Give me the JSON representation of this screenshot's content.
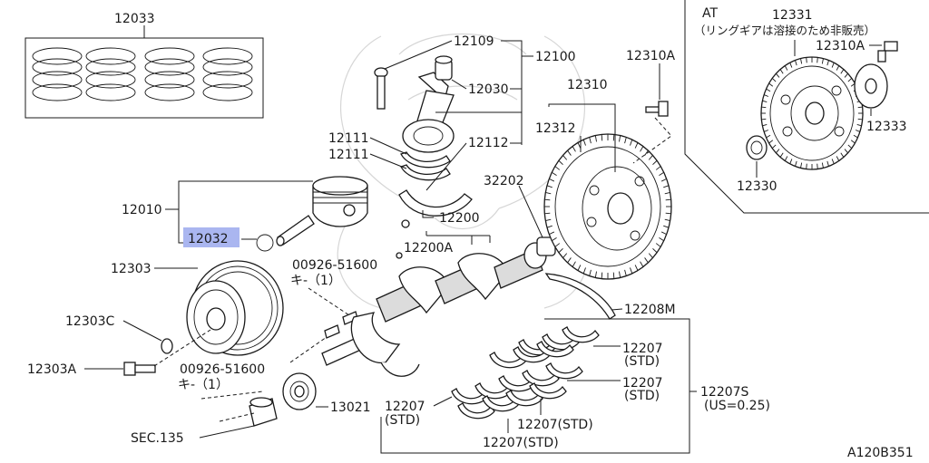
{
  "colors": {
    "highlight": "#aab6f0",
    "ink": "#1a1a1a",
    "watermark": "#d6d6d6"
  },
  "labels": {
    "p12033": "12033",
    "p12109": "12109",
    "p12100": "12100",
    "p12030": "12030",
    "p12111a": "12111",
    "p12111b": "12111",
    "p12112": "12112",
    "p12010": "12010",
    "p12032": "12032",
    "p12303": "12303",
    "p12303c": "12303C",
    "p12303a": "12303A",
    "p00926a": "00926-51600",
    "key1a": "キ-（1）",
    "p00926b": "00926-51600",
    "key1b": "キ-（1）",
    "p12200": "12200",
    "p12200a": "12200A",
    "p32202": "32202",
    "p12310a_top": "12310A",
    "p12310": "12310",
    "p12312": "12312",
    "p12208m": "12208M",
    "p12207_std1": "12207",
    "std1": "(STD)",
    "p12207_std2": "12207",
    "std2": "(STD)",
    "p12207s": "12207S",
    "us025": "(US=0.25)",
    "p12207_std3": "12207",
    "std3": "(STD)",
    "p12207_std4": "12207(STD)",
    "p12207_std5": "12207(STD)",
    "p13021": "13021",
    "sec135": "SEC.135",
    "at_title": "AT",
    "p12331": "12331",
    "ringgear_note": "（リングギアは溶接のため非販売）",
    "p12310a_at": "12310A",
    "p12333": "12333",
    "p12330": "12330",
    "diagram_code": "A120B351"
  }
}
